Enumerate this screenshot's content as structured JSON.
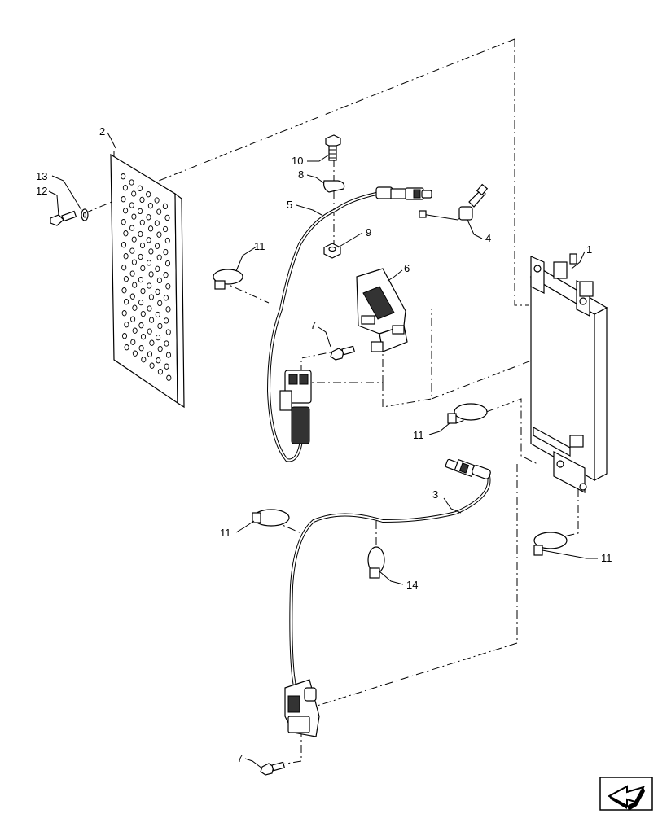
{
  "diagram": {
    "callouts": [
      {
        "id": "c1",
        "text": "1"
      },
      {
        "id": "c2",
        "text": "2"
      },
      {
        "id": "c3",
        "text": "3"
      },
      {
        "id": "c4",
        "text": "4"
      },
      {
        "id": "c5",
        "text": "5"
      },
      {
        "id": "c6",
        "text": "6"
      },
      {
        "id": "c7a",
        "text": "7"
      },
      {
        "id": "c7b",
        "text": "7"
      },
      {
        "id": "c8",
        "text": "8"
      },
      {
        "id": "c9",
        "text": "9"
      },
      {
        "id": "c10",
        "text": "10"
      },
      {
        "id": "c11a",
        "text": "11"
      },
      {
        "id": "c11b",
        "text": "11"
      },
      {
        "id": "c11c",
        "text": "11"
      },
      {
        "id": "c11d",
        "text": "11"
      },
      {
        "id": "c12",
        "text": "12"
      },
      {
        "id": "c13",
        "text": "13"
      },
      {
        "id": "c14",
        "text": "14"
      }
    ],
    "nav_icon": "next-page-arrow-icon"
  }
}
